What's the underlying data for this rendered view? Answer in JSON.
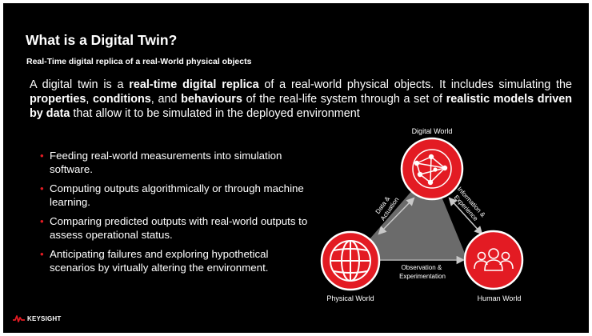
{
  "slide": {
    "title": "What is a Digital Twin?",
    "subtitle": "Real-Time digital replica of a real-World physical objects",
    "intro": {
      "p1": "A digital twin is a ",
      "b1": "real-time digital replica",
      "p2": " of a real-world physical objects. It includes simulating the ",
      "b2": "properties",
      "p3": ", ",
      "b3": "conditions",
      "p4": ", and ",
      "b4": "behaviours",
      "p5": " of the real-life system through a set of ",
      "b5": "realistic models driven by data",
      "p6": " that allow it to be simulated in the deployed environment"
    },
    "bullet_marker": "•",
    "bullets": [
      "Feeding real-world measurements into simulation software.",
      "Computing outputs algorithmically or through machine learning.",
      "Comparing predicted outputs with real-world outputs to assess operational status.",
      "Anticipating failures and exploring hypothetical scenarios by virtually altering the environment."
    ]
  },
  "diagram": {
    "nodes": {
      "digital": {
        "label": "Digital World",
        "icon": "network-globe-icon"
      },
      "physical": {
        "label": "Physical World",
        "icon": "globe-icon"
      },
      "human": {
        "label": "Human World",
        "icon": "people-group-icon"
      }
    },
    "edges": {
      "left": {
        "line1": "Data &",
        "line2": "Actuation"
      },
      "right": {
        "line1": "Information &",
        "line2": "Experience"
      },
      "bottom": {
        "line1": "Observation &",
        "line2": "Experimentation"
      }
    },
    "colors": {
      "node": "#e31b23",
      "triangle": "#6b6b6b",
      "arrow": "#c8c8c8"
    }
  },
  "brand": {
    "name": "KEYSIGHT",
    "accent": "#e31b23"
  },
  "theme": {
    "background": "#000000",
    "text": "#ffffff"
  }
}
